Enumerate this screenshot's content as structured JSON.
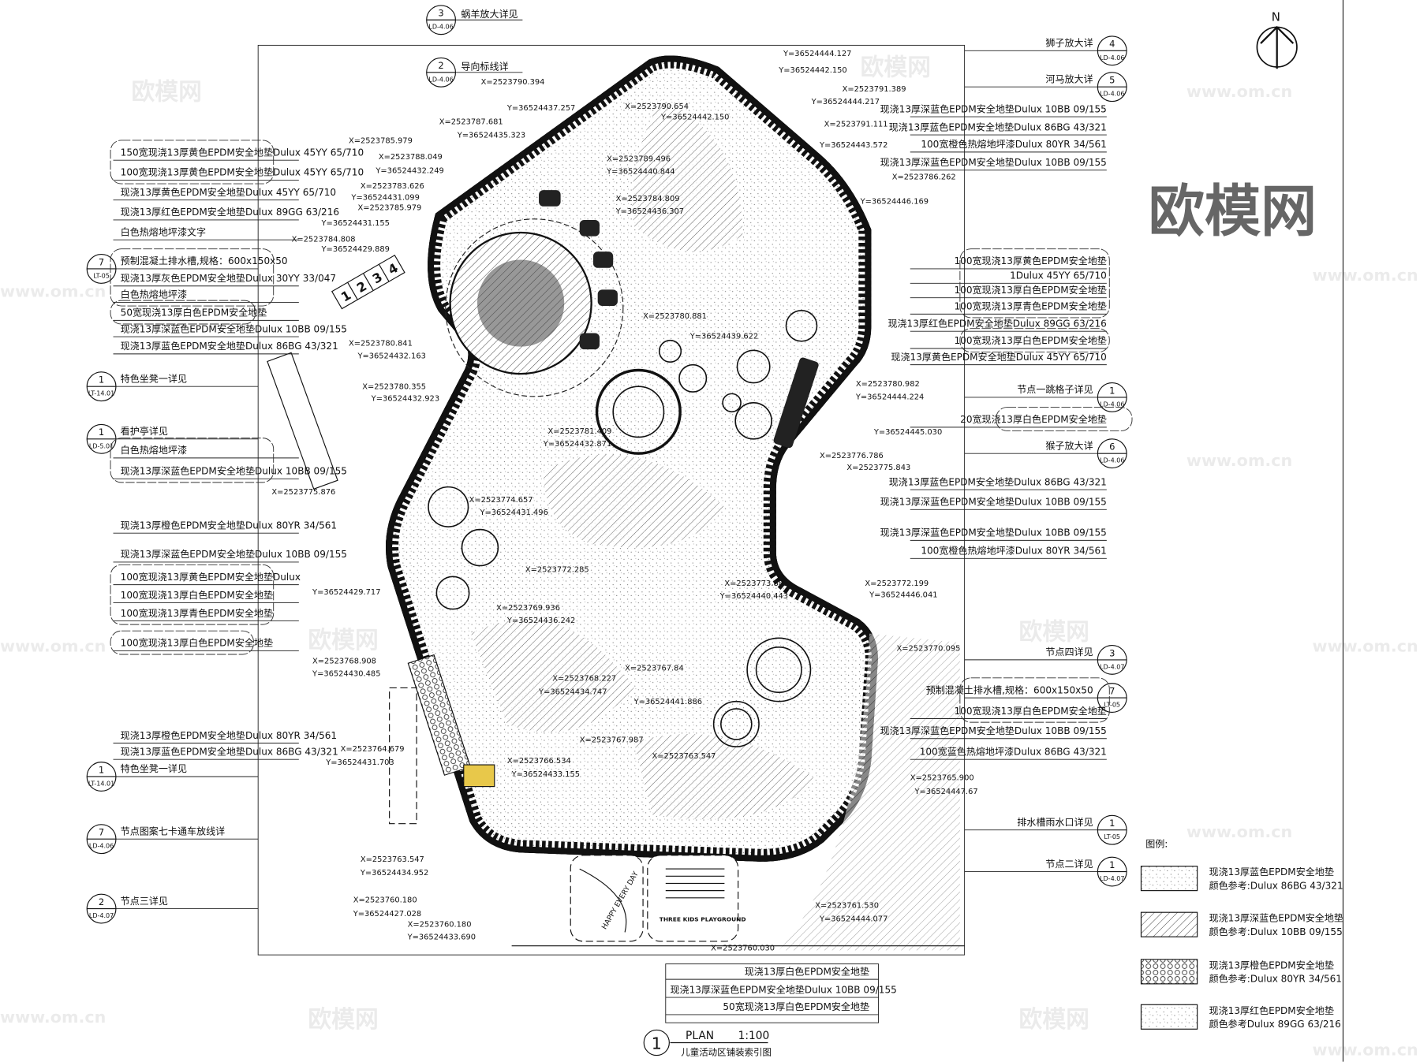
{
  "north_label": "N",
  "top_callouts": [
    {
      "num": "3",
      "ref": "LD-4.06",
      "text": "蜗羊放大详见"
    },
    {
      "num": "2",
      "ref": "LD-4.06",
      "text": "导向标线详"
    }
  ],
  "left_labels": [
    {
      "text": "150宽现浇13厚黄色EPDM安全地垫Dulux 45YY 65/710"
    },
    {
      "text": "100宽现浇13厚黄色EPDM安全地垫Dulux 45YY 65/710"
    },
    {
      "text": "现浇13厚黄色EPDM安全地垫Dulux 45YY 65/710"
    },
    {
      "text": "现浇13厚红色EPDM安全地垫Dulux 89GG 63/216"
    },
    {
      "text": "白色热熔地坪漆文字"
    },
    {
      "text": "预制混凝土排水槽,规格：600x150x50",
      "callout": {
        "num": "7",
        "ref": "LT-05"
      }
    },
    {
      "text": "现浇13厚灰色EPDM安全地垫Dulux 30YY 33/047"
    },
    {
      "text": "白色热熔地坪漆"
    },
    {
      "text": "50宽现浇13厚白色EPDM安全地垫"
    },
    {
      "text": "现浇13厚深蓝色EPDM安全地垫Dulux 10BB 09/155"
    },
    {
      "text": "现浇13厚蓝色EPDM安全地垫Dulux 86BG 43/321"
    },
    {
      "text": "特色坐凳一详见",
      "callout": {
        "num": "1",
        "ref": "LT-14.01"
      }
    },
    {
      "text": "看护亭详见",
      "callout": {
        "num": "1",
        "ref": "LD-5.01"
      }
    },
    {
      "text": "白色热熔地坪漆"
    },
    {
      "text": "现浇13厚深蓝色EPDM安全地垫Dulux 10BB 09/155"
    },
    {
      "text": "现浇13厚橙色EPDM安全地垫Dulux 80YR 34/561"
    },
    {
      "text": "现浇13厚深蓝色EPDM安全地垫Dulux 10BB 09/155"
    },
    {
      "text": "100宽现浇13厚黄色EPDM安全地垫Dulux"
    },
    {
      "text": "100宽现浇13厚白色EPDM安全地垫"
    },
    {
      "text": "100宽现浇13厚青色EPDM安全地垫"
    },
    {
      "text": "100宽现浇13厚白色EPDM安全地垫"
    },
    {
      "text": "现浇13厚橙色EPDM安全地垫Dulux 80YR 34/561"
    },
    {
      "text": "现浇13厚蓝色EPDM安全地垫Dulux 86BG 43/321"
    },
    {
      "text": "特色坐凳一详见",
      "callout": {
        "num": "1",
        "ref": "LT-14.01"
      }
    },
    {
      "text": "节点图案七卡通车放线详",
      "callout": {
        "num": "7",
        "ref": "LD-4.06"
      }
    },
    {
      "text": "节点三详见",
      "callout": {
        "num": "2",
        "ref": "LD-4.07"
      }
    }
  ],
  "right_labels": [
    {
      "text": "狮子放大详",
      "callout": {
        "num": "4",
        "ref": "LD-4.06"
      }
    },
    {
      "text": "河马放大详",
      "callout": {
        "num": "5",
        "ref": "LD-4.06"
      }
    },
    {
      "text": "现浇13厚深蓝色EPDM安全地垫Dulux 10BB 09/155"
    },
    {
      "text": "现浇13厚蓝色EPDM安全地垫Dulux 86BG 43/321"
    },
    {
      "text": "100宽橙色热熔地坪漆Dulux 80YR 34/561"
    },
    {
      "text": "现浇13厚深蓝色EPDM安全地垫Dulux 10BB 09/155"
    },
    {
      "text": "100宽现浇13厚黄色EPDM安全地垫"
    },
    {
      "text": "1Dulux 45YY 65/710"
    },
    {
      "text": "100宽现浇13厚白色EPDM安全地垫"
    },
    {
      "text": "100宽现浇13厚青色EPDM安全地垫"
    },
    {
      "text": "现浇13厚红色EPDM安全地垫Dulux 89GG 63/216"
    },
    {
      "text": "100宽现浇13厚白色EPDM安全地垫"
    },
    {
      "text": "现浇13厚黄色EPDM安全地垫Dulux 45YY 65/710"
    },
    {
      "text": "节点一跳格子详见",
      "callout": {
        "num": "1",
        "ref": "LD-4.06"
      }
    },
    {
      "text": "20宽现浇13厚白色EPDM安全地垫"
    },
    {
      "text": "猴子放大详",
      "callout": {
        "num": "6",
        "ref": "LD-4.06"
      }
    },
    {
      "text": "现浇13厚蓝色EPDM安全地垫Dulux 86BG 43/321"
    },
    {
      "text": "现浇13厚深蓝色EPDM安全地垫Dulux 10BB 09/155"
    },
    {
      "text": "现浇13厚深蓝色EPDM安全地垫Dulux 10BB 09/155"
    },
    {
      "text": "100宽橙色热熔地坪漆Dulux 80YR 34/561"
    },
    {
      "text": "节点四详见",
      "callout": {
        "num": "3",
        "ref": "LD-4.07"
      }
    },
    {
      "text": "预制混凝土排水槽,规格：600x150x50",
      "callout": {
        "num": "7",
        "ref": "LT-05"
      }
    },
    {
      "text": "100宽现浇13厚白色EPDM安全地垫"
    },
    {
      "text": "现浇13厚深蓝色EPDM安全地垫Dulux 10BB 09/155"
    },
    {
      "text": "100宽蓝色热熔地坪漆Dulux 86BG 43/321"
    },
    {
      "text": "排水槽雨水口详见",
      "callout": {
        "num": "1",
        "ref": "LT-05"
      }
    },
    {
      "text": "节点二详见",
      "callout": {
        "num": "1",
        "ref": "LD-4.07"
      }
    }
  ],
  "bottom_labels": [
    "现浇13厚白色EPDM安全地垫",
    "现浇13厚深蓝色EPDM安全地垫Dulux 10BB 09/155",
    "50宽现浇13厚白色EPDM安全地垫"
  ],
  "plan_texts": {
    "tiles": [
      "1",
      "2",
      "3",
      "4"
    ],
    "happy": "HAPPY EVERY DAY",
    "kids": "THREE KIDS PLAYGROUND"
  },
  "coordinates": [
    "X=2523790.394",
    "Y=36524437.257",
    "X=2523787.681",
    "Y=36524435.323",
    "X=2523785.979",
    "X=2523788.049",
    "Y=36524432.249",
    "X=2523783.626",
    "Y=36524431.099",
    "X=2523785.979",
    "Y=36524431.155",
    "X=2523784.808",
    "Y=36524429.889",
    "X=2523780.841",
    "Y=36524432.163",
    "X=2523780.355",
    "Y=36524432.923",
    "X=2523775.876",
    "Y=36524429.717",
    "X=2523768.908",
    "Y=36524430.485",
    "X=2523764.679",
    "Y=36524431.703",
    "X=2523763.547",
    "Y=36524434.952",
    "X=2523760.180",
    "Y=36524427.028",
    "X=2523760.180",
    "Y=36524433.690",
    "Y=36524442.150",
    "Y=36524444.127",
    "X=2523791.389",
    "Y=36524444.217",
    "X=2523791.111",
    "Y=36524443.572",
    "X=2523786.262",
    "Y=36524446.169",
    "X=2523780.982",
    "Y=36524444.224",
    "Y=36524445.030",
    "X=2523776.786",
    "X=2523772.199",
    "Y=36524446.041",
    "X=2523770.095",
    "X=2523765.900",
    "Y=36524447.67",
    "X=2523761.530",
    "Y=36524444.077",
    "X=2523760.030",
    "X=2523780.881",
    "Y=36524439.622",
    "X=2523775.843",
    "X=2523784.809",
    "Y=36524436.307",
    "X=2523789.496",
    "Y=36524440.844",
    "X=2523790.654",
    "Y=36524442.150",
    "X=2523773.881",
    "Y=36524440.443",
    "X=2523769.936",
    "Y=36524436.242",
    "X=2523768.227",
    "Y=36524434.747",
    "X=2523767.987",
    "X=2523766.534",
    "Y=36524433.155",
    "X=2523772.285",
    "X=2523781.409",
    "Y=36524432.871",
    "X=2523774.657",
    "Y=36524431.496",
    "X=2523767.84",
    "Y=36524441.886",
    "X=2523763.547"
  ],
  "title": {
    "num": "1",
    "plan": "PLAN",
    "scale": "1:100",
    "name": "儿童活动区铺装索引图"
  },
  "legend": {
    "title": "图例:",
    "items": [
      {
        "pattern": "stipple",
        "name": "现浇13厚蓝色EPDM安全地垫",
        "ref": "颜色参考:Dulux 86BG 43/321"
      },
      {
        "pattern": "hatch",
        "name": "现浇13厚深蓝色EPDM安全地垫",
        "ref": "颜色参考:Dulux 10BB 09/155"
      },
      {
        "pattern": "hex",
        "name": "现浇13厚橙色EPDM安全地垫",
        "ref": "颜色参考:Dulux 80YR 34/561"
      },
      {
        "pattern": "stipple2",
        "name": "现浇13厚红色EPDM安全地垫",
        "ref": "颜色参考Dulux 89GG 63/216"
      }
    ]
  },
  "watermark": {
    "text": "欧模网",
    "url": "www.om.cn"
  }
}
